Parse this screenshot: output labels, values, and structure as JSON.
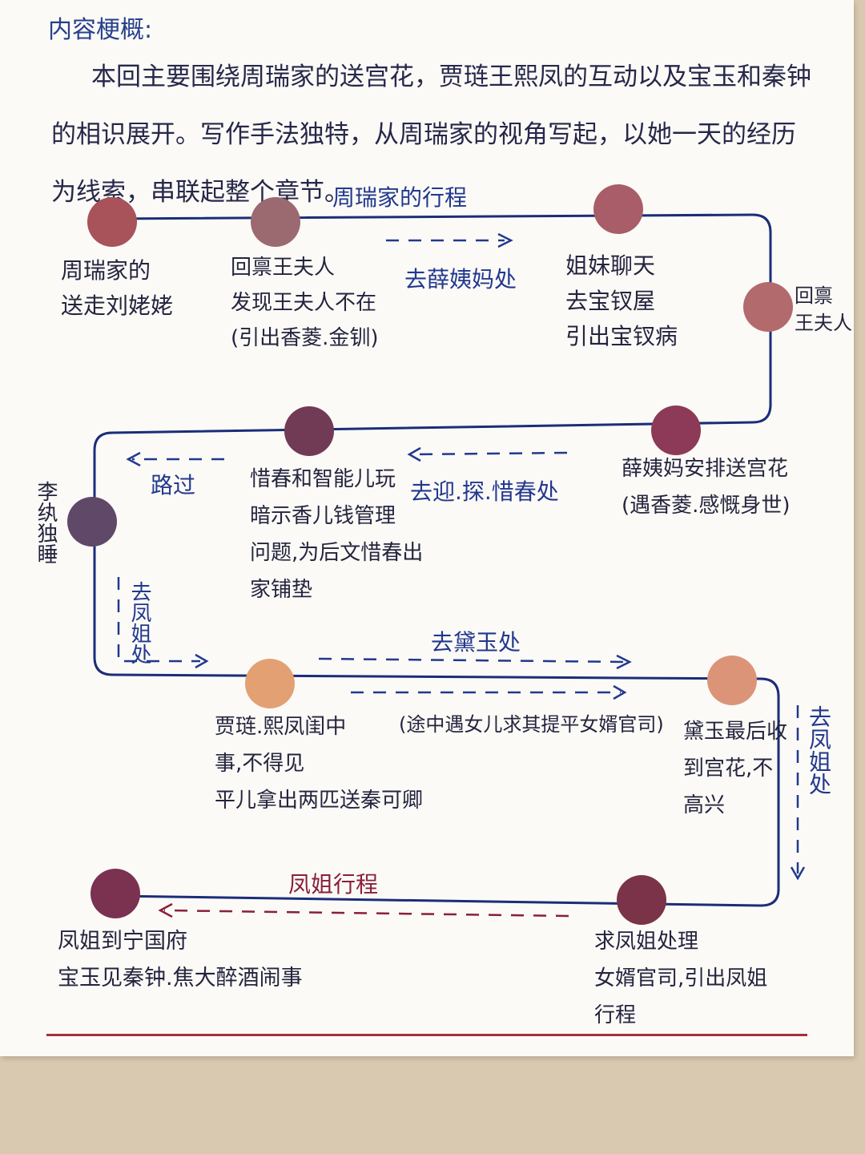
{
  "heading": "内容梗概:",
  "intro": "本回主要围绕周瑞家的送宫花，贾琏王熙凤的互动以及宝玉和秦钟的相识展开。写作手法独特，从周瑞家的视角写起，以她一天的经历为线索，串联起整个章节。",
  "routes": {
    "zhou_title": "周瑞家的行程",
    "to_xue": "去薛姨妈处",
    "to_yingtan_xichun": "去迎.探.惜春处",
    "passing": "路过",
    "to_fengjie_left": "去凤姐处",
    "to_daiyu": "去黛玉处",
    "to_fengjie_right": "去凤姐处",
    "fengjie_title": "凤姐行程"
  },
  "notes": {
    "n1": "周瑞家的\n送走刘姥姥",
    "n2": "回禀王夫人\n发现王夫人不在\n(引出香菱.金钏)",
    "n3": "姐妹聊天\n去宝钗屋\n引出宝钗病",
    "n4": "回禀\n王夫人",
    "n5": "薛姨妈安排送宫花\n(遇香菱.感慨身世)",
    "n6": "惜春和智能儿玩\n暗示香儿钱管理\n问题,为后文惜春出\n家铺垫",
    "n7": "李纨独睡",
    "n8": "贾琏.熙凤闺中\n事,不得见\n平儿拿出两匹送秦可卿",
    "n9": "(途中遇女儿求其提平女婿官司)",
    "n10": "黛玉最后收\n到宫花,不\n高兴",
    "n11": "求凤姐处理\n女婿官司,引出凤姐\n行程",
    "n12": "凤姐到宁国府\n宝玉见秦钟.焦大醉酒闹事"
  },
  "colors": {
    "ink_blue": "#1b2d7a",
    "ink_red": "#8a1f3b",
    "dot1": "#a8525a",
    "dot2": "#9b6a70",
    "dot3": "#a95d68",
    "dot4": "#b36a6d",
    "dot5": "#8c3a58",
    "dot6": "#713a55",
    "dot7": "#5f4868",
    "dot8": "#e3a073",
    "dot9": "#dc9479",
    "dot10": "#7a3348",
    "dot11": "#7a3250"
  }
}
